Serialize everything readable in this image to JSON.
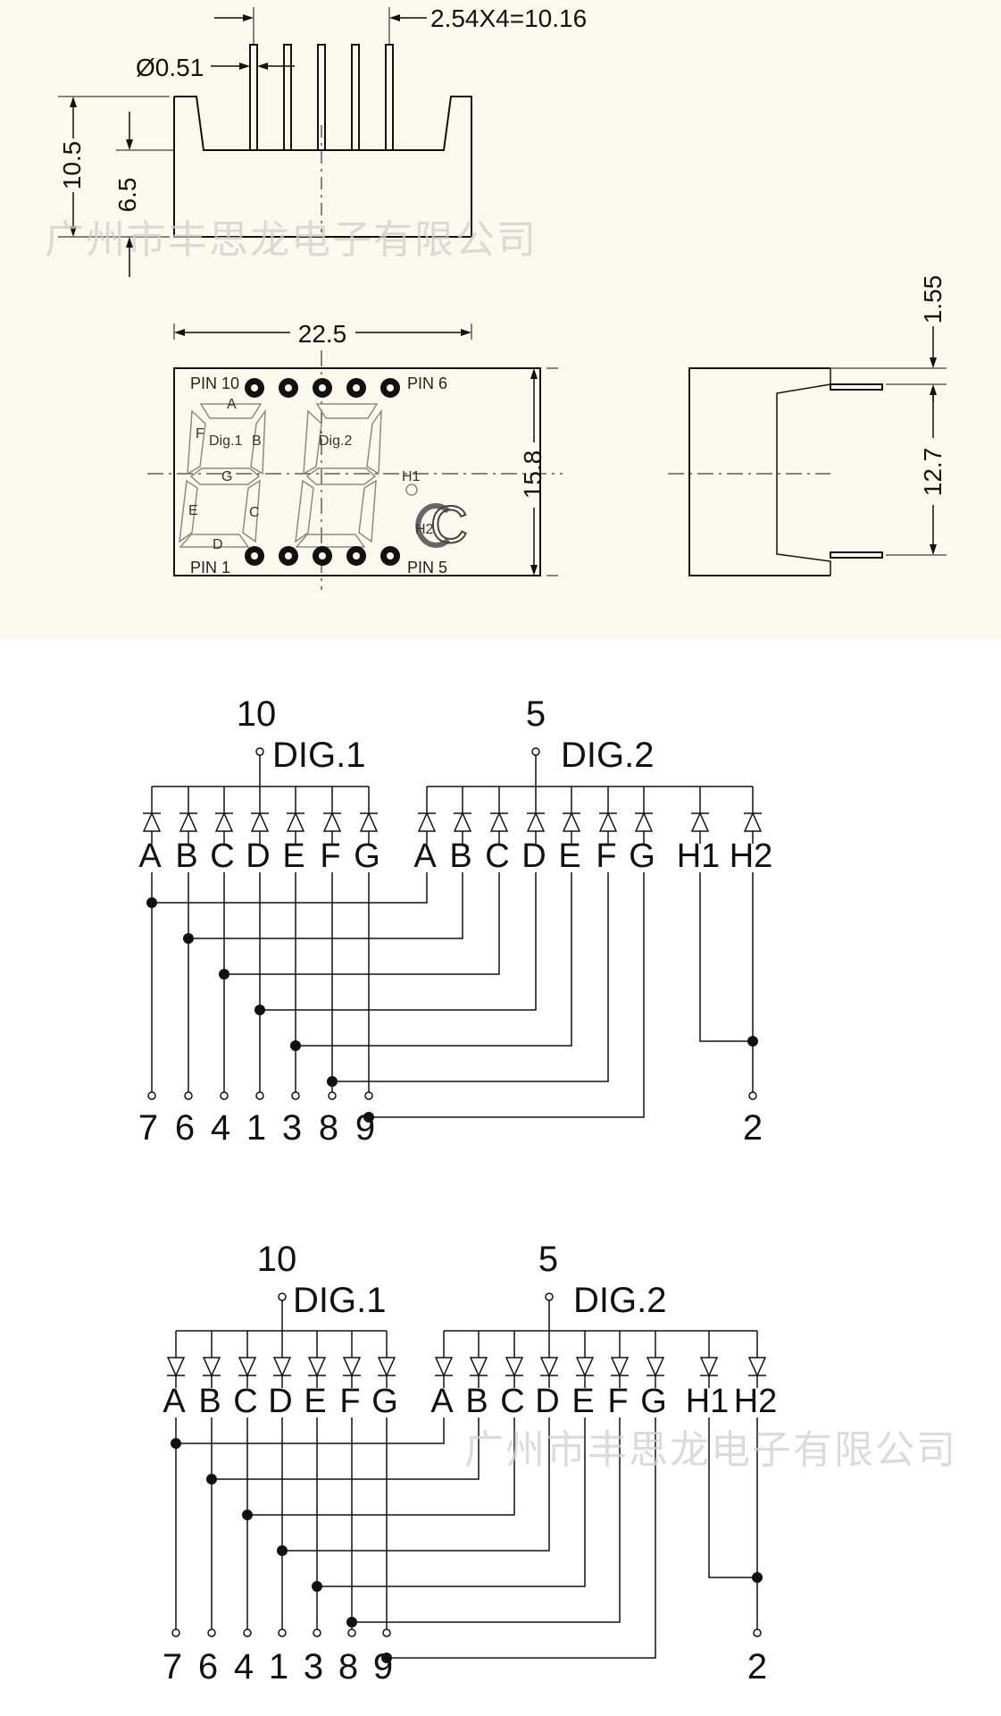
{
  "mechanical": {
    "pin_pitch": "2.54X4=10.16",
    "pin_diameter": "Ø0.51",
    "height_total": "10.5",
    "height_body": "6.5",
    "width": "22.5",
    "height_front": "15.8",
    "side_top": "1.55",
    "side_pin_span": "12.7",
    "pin_10": "PIN 10",
    "pin_6": "PIN 6",
    "pin_1": "PIN 1",
    "pin_5": "PIN 5",
    "digit1": "Dig.1",
    "digit2": "Dig.2",
    "seg_a": "A",
    "seg_b": "B",
    "seg_c": "C",
    "seg_d": "D",
    "seg_e": "E",
    "seg_f": "F",
    "seg_g": "G",
    "seg_h1": "H1",
    "seg_h2": "H2",
    "celsius_symbol": "C"
  },
  "watermark": "广州市丰思龙电子有限公司",
  "schematic_1": {
    "dig1_pin": "10",
    "dig1_label": "DIG.1",
    "dig2_pin": "5",
    "dig2_label": "DIG.2",
    "dig1_segments": [
      "A",
      "B",
      "C",
      "D",
      "E",
      "F",
      "G"
    ],
    "dig2_segments": [
      "A",
      "B",
      "C",
      "D",
      "E",
      "F",
      "G",
      "H1",
      "H2"
    ],
    "bottom_pins": [
      "7",
      "6",
      "4",
      "1",
      "3",
      "8",
      "9"
    ],
    "h_pin": "2"
  },
  "schematic_2": {
    "dig1_pin": "10",
    "dig1_label": "DIG.1",
    "dig2_pin": "5",
    "dig2_label": "DIG.2",
    "dig1_segments": [
      "A",
      "B",
      "C",
      "D",
      "E",
      "F",
      "G"
    ],
    "dig2_segments": [
      "A",
      "B",
      "C",
      "D",
      "E",
      "F",
      "G",
      "H1",
      "H2"
    ],
    "bottom_pins": [
      "7",
      "6",
      "4",
      "1",
      "3",
      "8",
      "9"
    ],
    "h_pin": "2"
  }
}
